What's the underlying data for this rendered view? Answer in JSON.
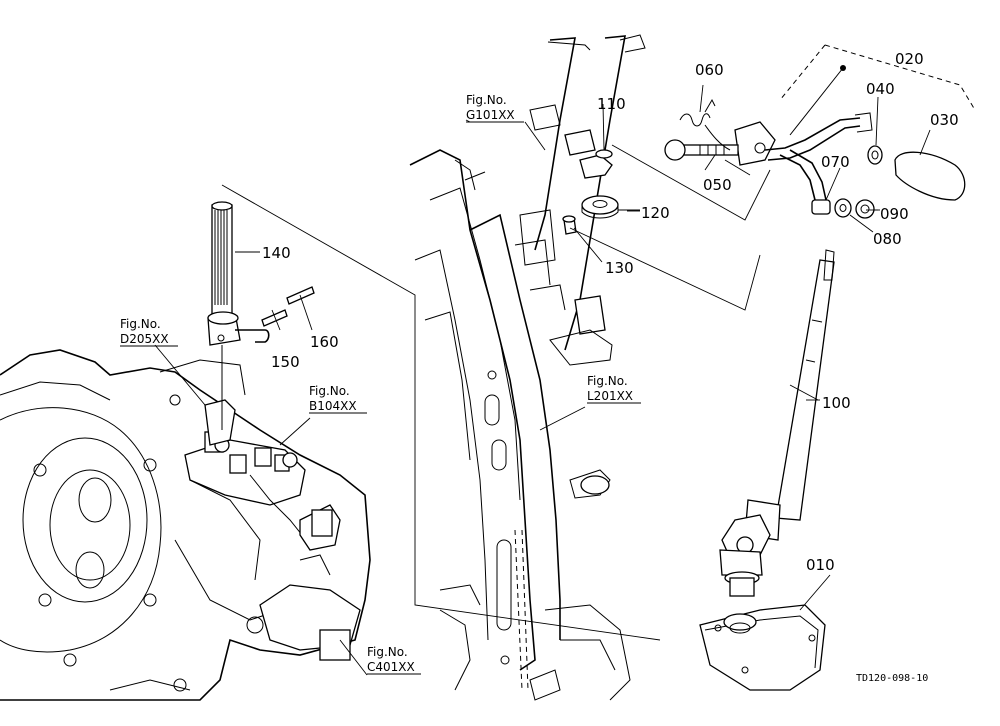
{
  "parts": [
    {
      "id": "p010",
      "label": "010"
    },
    {
      "id": "p020",
      "label": "020"
    },
    {
      "id": "p030",
      "label": "030"
    },
    {
      "id": "p040",
      "label": "040"
    },
    {
      "id": "p050",
      "label": "050"
    },
    {
      "id": "p060",
      "label": "060"
    },
    {
      "id": "p070",
      "label": "070"
    },
    {
      "id": "p080",
      "label": "080"
    },
    {
      "id": "p090",
      "label": "090"
    },
    {
      "id": "p100",
      "label": "100"
    },
    {
      "id": "p110",
      "label": "110"
    },
    {
      "id": "p120",
      "label": "120"
    },
    {
      "id": "p130",
      "label": "130"
    },
    {
      "id": "p140",
      "label": "140"
    },
    {
      "id": "p150",
      "label": "150"
    },
    {
      "id": "p160",
      "label": "160"
    }
  ],
  "figure_refs": [
    {
      "id": "g101",
      "line1": "Fig.No.",
      "line2": "G101XX"
    },
    {
      "id": "d205",
      "line1": "Fig.No.",
      "line2": "D205XX"
    },
    {
      "id": "b104",
      "line1": "Fig.No.",
      "line2": "B104XX"
    },
    {
      "id": "l201",
      "line1": "Fig.No.",
      "line2": "L201XX"
    },
    {
      "id": "c401",
      "line1": "Fig.No.",
      "line2": "C401XX"
    }
  ],
  "drawing_code": "TD120-098-10"
}
